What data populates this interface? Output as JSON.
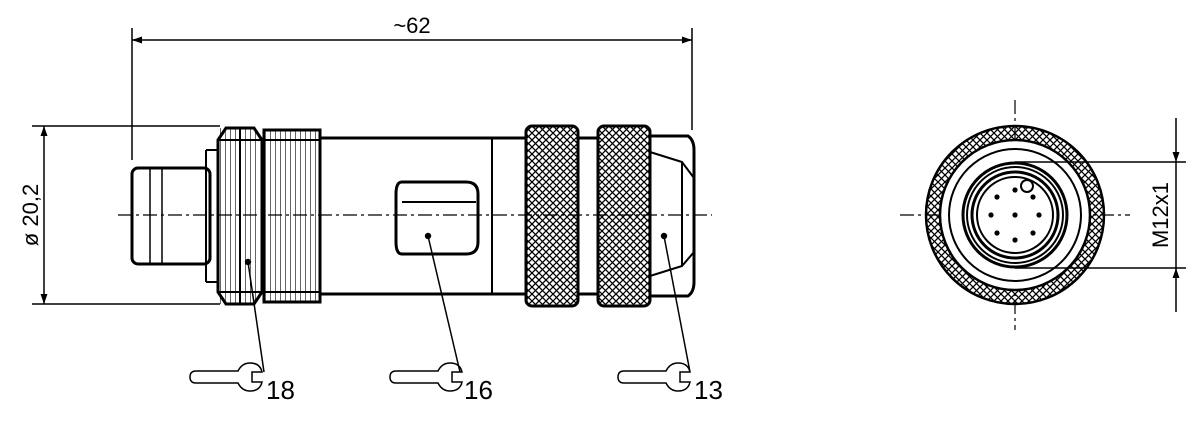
{
  "dimensions": {
    "overall_length": "~62",
    "diameter": "ø 20,2",
    "thread": "M12x1"
  },
  "callouts": [
    {
      "value": "18"
    },
    {
      "value": "16"
    },
    {
      "value": "13"
    }
  ],
  "icons": {
    "wrench": "wrench-icon"
  }
}
